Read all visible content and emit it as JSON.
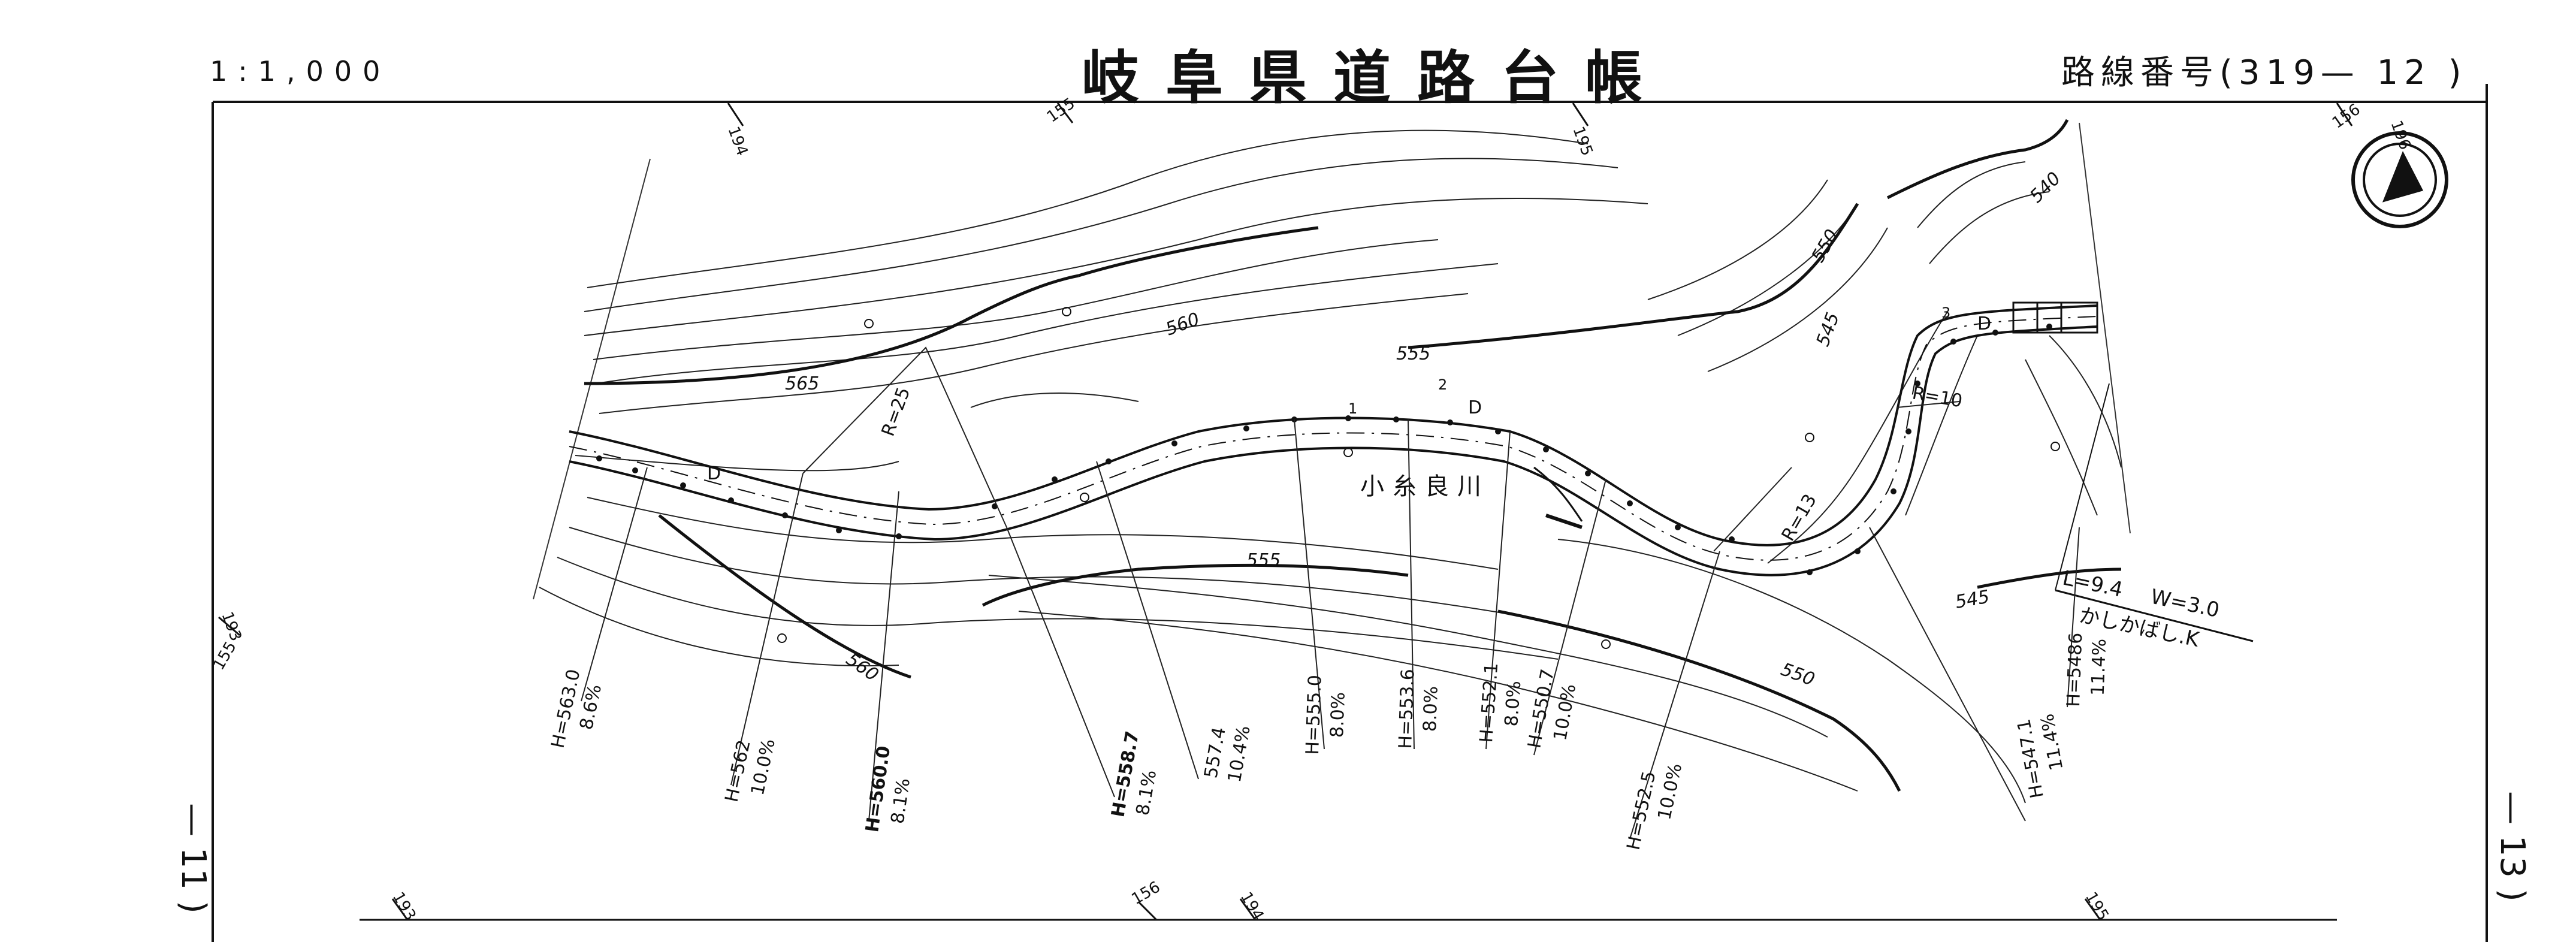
{
  "header": {
    "scale": "1:1,000",
    "title": "岐阜県道路台帳",
    "route_number": "路線番号(319— 12 )"
  },
  "sheet_refs": {
    "left": "— 11 )",
    "right": "— 13 )"
  },
  "contour_labels": [
    "565",
    "560",
    "555",
    "550",
    "545",
    "540",
    "555",
    "560",
    "550",
    "545"
  ],
  "grid_labels": [
    "194",
    "155",
    "195",
    "156",
    "196",
    "193",
    "155",
    "193",
    "156",
    "194",
    "195"
  ],
  "river_name": "小糸良川",
  "bridge_info": {
    "length": "L=9.4",
    "width": "W=3.0",
    "name": "かしかばし.K"
  },
  "curve_labels": [
    "R=25",
    "R=13",
    "R=10"
  ],
  "road_marks": [
    "D",
    "D",
    "D",
    "1",
    "2",
    "3"
  ],
  "section_labels": [
    {
      "height": "H=563.0",
      "grade": "8.6%"
    },
    {
      "height": "H=562",
      "grade": "10.0%"
    },
    {
      "height": "H=560.0",
      "grade": "8.1%"
    },
    {
      "height": "H=558.7",
      "grade": "8.1%"
    },
    {
      "height": "557.4",
      "grade": "10.4%"
    },
    {
      "height": "H=555.0",
      "grade": "8.0%"
    },
    {
      "height": "H=553.6",
      "grade": "8.0%"
    },
    {
      "height": "H=552.1",
      "grade": "8.0%"
    },
    {
      "height": "H=550.7",
      "grade": "10.0%"
    },
    {
      "height": "H=552.5",
      "grade": "10.0%"
    },
    {
      "height": "H=547.1",
      "grade": "11.4%"
    },
    {
      "height": "H=5486",
      "grade": "11.4%"
    }
  ],
  "north_arrow": "north-arrow-icon"
}
